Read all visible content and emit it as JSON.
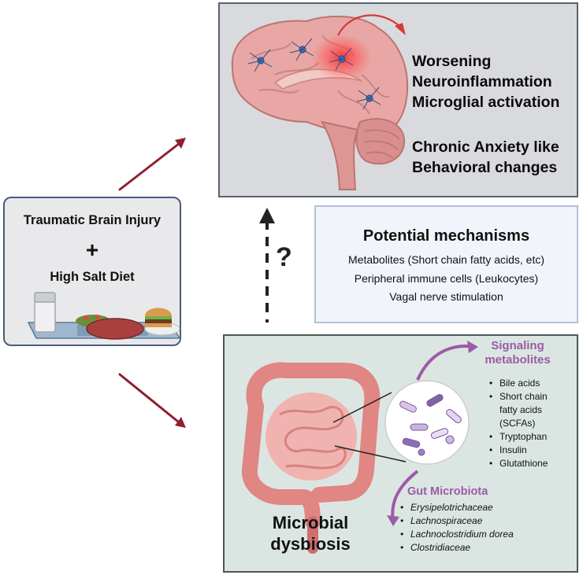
{
  "brain_panel": {
    "outcome_lines": [
      "Worsening",
      "Neuroinflammation",
      "Microglial activation"
    ],
    "behavior_lines": [
      "Chronic Anxiety like",
      "Behavioral changes"
    ]
  },
  "left_panel": {
    "line1": "Traumatic Brain Injury",
    "plus": "+",
    "line2": "High Salt Diet"
  },
  "question_mark": "?",
  "mechanisms": {
    "title": "Potential mechanisms",
    "items": [
      "Metabolites (Short chain fatty acids, etc)",
      "Peripheral immune cells (Leukocytes)",
      "Vagal nerve stimulation"
    ]
  },
  "gut_panel": {
    "signaling_title": [
      "Signaling",
      "metabolites"
    ],
    "signaling_items": [
      "Bile acids",
      "Short chain fatty acids (SCFAs)",
      "Tryptophan",
      "Insulin",
      "Glutathione"
    ],
    "microbiota_title": "Gut Microbiota",
    "microbiota_items": [
      "Erysipelotrichaceae",
      "Lachnospiraceae",
      "Lachnoclostridium dorea",
      "Clostridiaceae"
    ],
    "dysbiosis_lines": [
      "Microbial",
      "dysbiosis"
    ]
  },
  "colors": {
    "arrow_red": "#8e1f2e",
    "accent_purple": "#9b5ba6",
    "brain_highlight": "#e8383d"
  }
}
